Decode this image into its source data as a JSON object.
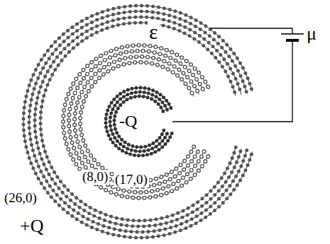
{
  "diagram": {
    "labels": [
      "ε",
      "μ",
      "-Q",
      "(8,0)",
      "(17,0)",
      "(26,0)",
      "+Q"
    ]
  }
}
